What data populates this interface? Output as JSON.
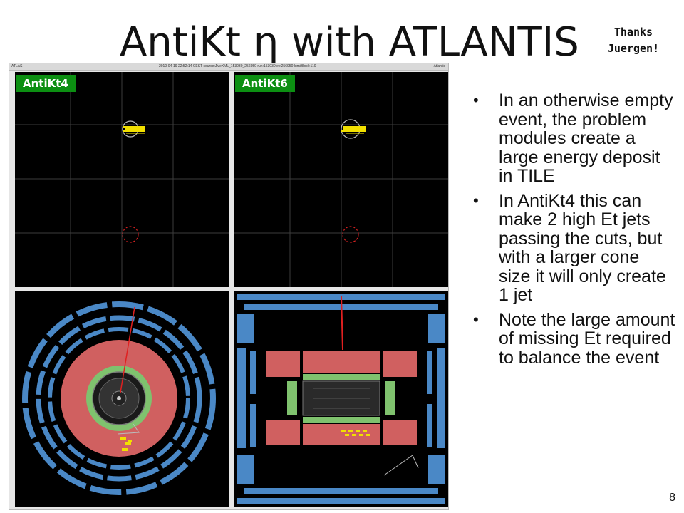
{
  "slide": {
    "title": "AntiKt η with ATLANTIS",
    "thanks": "Thanks Juergen!",
    "page_number": "8"
  },
  "atlantis": {
    "title_left": "ATLAS",
    "title_center": "2010-04-19 22:52:14 CEST source:JiveXML_153030_256950 run:153030 ev:256950 lumiBlock:110",
    "title_right": "Atlantis"
  },
  "labels": {
    "left": "AntiKt4",
    "right": "AntiKt6"
  },
  "bullets": [
    "In an otherwise empty event, the problem modules create a large energy deposit in TILE",
    "In AntiKt4 this can make 2 high Et jets passing the cuts, but with a larger cone size it will only create 1 jet",
    "Note the large amount of missing Et required to balance the event"
  ],
  "colors": {
    "tag_green": "#0c8f12",
    "calo_red": "#d06060",
    "inner_green": "#7fc26e",
    "muon_blue": "#4a88c6",
    "jet_yellow": "#f2e000"
  }
}
